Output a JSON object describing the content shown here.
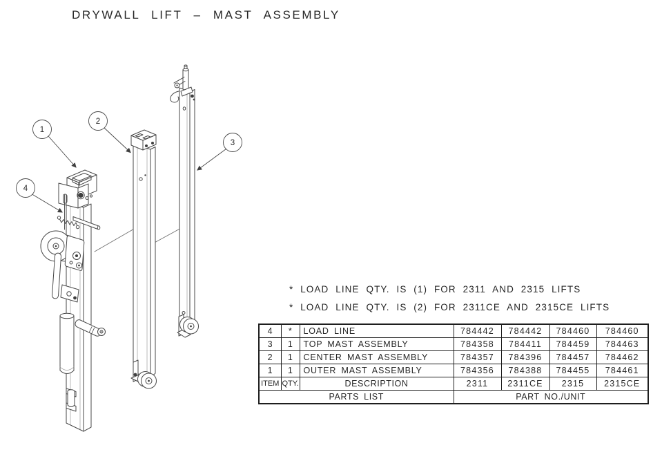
{
  "title": "DRYWALL LIFT – MAST ASSEMBLY",
  "notes": {
    "line1": "* LOAD LINE QTY. IS (1) FOR 2311 AND 2315 LIFTS",
    "line2": "* LOAD LINE QTY. IS (2) FOR 2311CE AND 2315CE LIFTS"
  },
  "balloons": [
    {
      "label": "1"
    },
    {
      "label": "2"
    },
    {
      "label": "3"
    },
    {
      "label": "4"
    }
  ],
  "parts_table": {
    "rows": [
      {
        "item": "4",
        "qty": "*",
        "desc": "LOAD LINE",
        "p1": "784442",
        "p2": "784442",
        "p3": "784460",
        "p4": "784460"
      },
      {
        "item": "3",
        "qty": "1",
        "desc": "TOP MAST ASSEMBLY",
        "p1": "784358",
        "p2": "784411",
        "p3": "784459",
        "p4": "784463"
      },
      {
        "item": "2",
        "qty": "1",
        "desc": "CENTER MAST ASSEMBLY",
        "p1": "784357",
        "p2": "784396",
        "p3": "784457",
        "p4": "784462"
      },
      {
        "item": "1",
        "qty": "1",
        "desc": "OUTER MAST ASSEMBLY",
        "p1": "784356",
        "p2": "784388",
        "p3": "784455",
        "p4": "784461"
      }
    ],
    "header": {
      "item": "ITEM",
      "qty": "QTY.",
      "desc": "DESCRIPTION",
      "p1": "2311",
      "p2": "2311CE",
      "p3": "2315",
      "p4": "2315CE"
    },
    "footer_left": "PARTS LIST",
    "footer_right": "PART NO./UNIT"
  }
}
